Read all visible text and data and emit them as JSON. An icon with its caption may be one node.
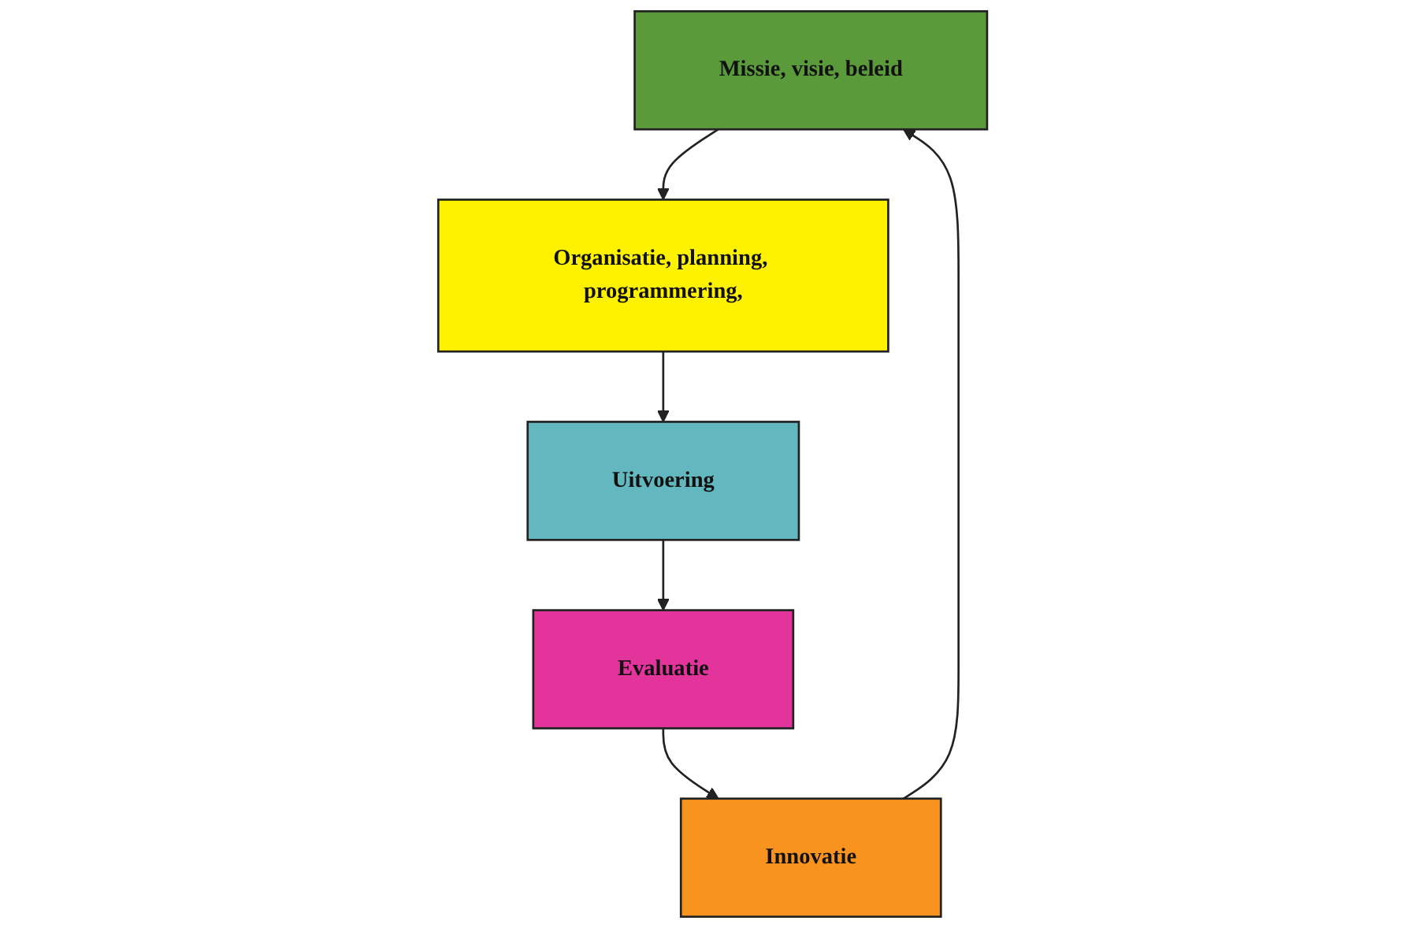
{
  "diagram": {
    "nodes": [
      {
        "text": [
          "Missie, visie, beleid"
        ]
      },
      {
        "text": [
          "Organisatie, planning, programmering,"
        ]
      },
      {
        "text": [
          "Uitvoering"
        ]
      },
      {
        "text": [
          "Innovatie"
        ]
      },
      {
        "text": [
          "Evaluatie"
        ]
      }
    ],
    "edges": [
      {
        "from": 0,
        "to": 1,
        "arrow": "to"
      },
      {
        "from": 1,
        "to": 2,
        "arrow": "to"
      },
      {
        "from": 2,
        "to": 4,
        "arrow": "to"
      },
      {
        "from": 4,
        "to": 3,
        "arrow": "to"
      },
      {
        "from": 3,
        "to": 0,
        "arrow": "to"
      }
    ]
  }
}
